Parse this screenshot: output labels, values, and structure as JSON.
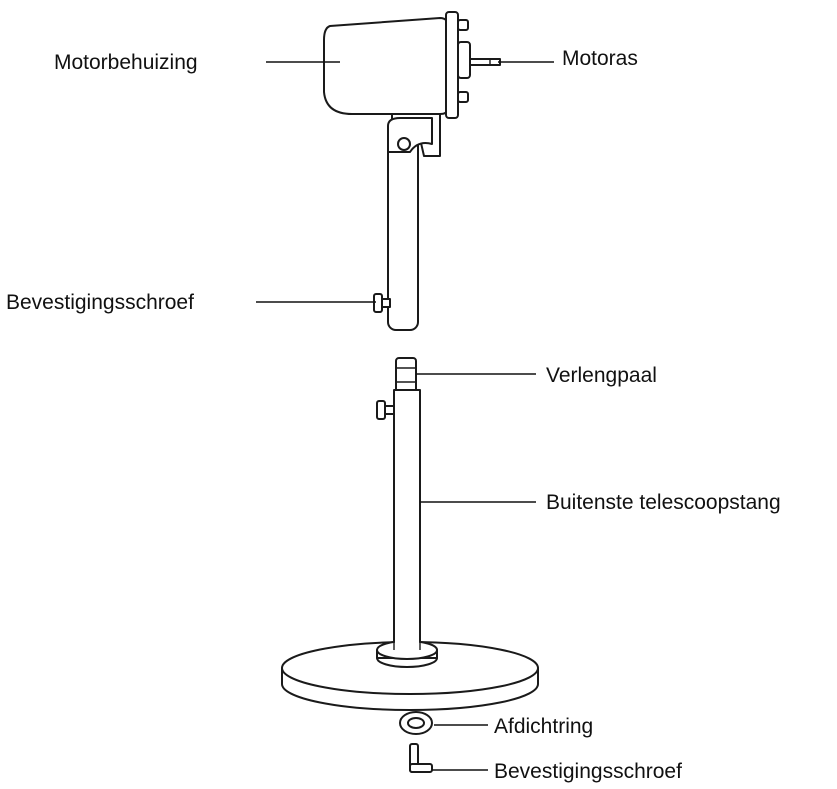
{
  "labels": {
    "motor_housing": "Motorbehuizing",
    "motor_shaft": "Motoras",
    "fixing_screw_top": "Bevestigingsschroef",
    "extension_pole": "Verlengpaal",
    "outer_tube": "Buitenste telescoopstang",
    "sealing_ring": "Afdichtring",
    "fixing_screw_bottom": "Bevestigingsschroef"
  }
}
